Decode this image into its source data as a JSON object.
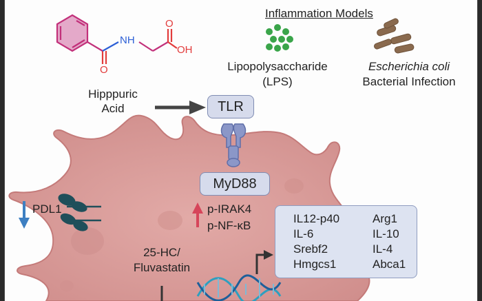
{
  "molecule": {
    "name_line1": "Hipppuric",
    "name_line2": "Acid",
    "atom_nh": "NH",
    "atom_o1": "O",
    "atom_o2": "O",
    "atom_oh": "OH"
  },
  "models": {
    "title": "Inflammation Models",
    "lps_line1": "Lipopolysaccharide",
    "lps_line2": "(LPS)",
    "ecoli_line1": "Escherichia coli",
    "ecoli_line2": "Bacterial Infection"
  },
  "receptor": {
    "label": "TLR"
  },
  "adaptor": {
    "label": "MyD88"
  },
  "signaling": {
    "items": [
      "p-IRAK4",
      "p-NF-κB"
    ],
    "direction": "up"
  },
  "pdl1": {
    "label": "PDL1",
    "direction": "down"
  },
  "drug": {
    "line1": "25-HC/",
    "line2": "Fluvastatin"
  },
  "genes_up": [
    "IL12-p40",
    "IL-6",
    "Srebf2",
    "Hmgcs1"
  ],
  "genes_down": [
    "Arg1",
    "IL-10",
    "IL-4",
    "Abca1"
  ],
  "colors": {
    "cell": "#d99a98",
    "cell_edge": "#c47a79",
    "up_arrow": "#d6455a",
    "down_arrow": "#3d7fc2",
    "molecule": "#c2307a",
    "molecule_fill": "#e4a9c9",
    "oxygen": "#e23c3c",
    "nitrogen": "#2c5fd6",
    "receptor": "#8b97c8",
    "pdl1": "#1f4f5a",
    "lps": "#3aa54a",
    "ecoli": "#8a6a4e",
    "dna1": "#2d9fbf",
    "dna2": "#1d5f9a"
  }
}
